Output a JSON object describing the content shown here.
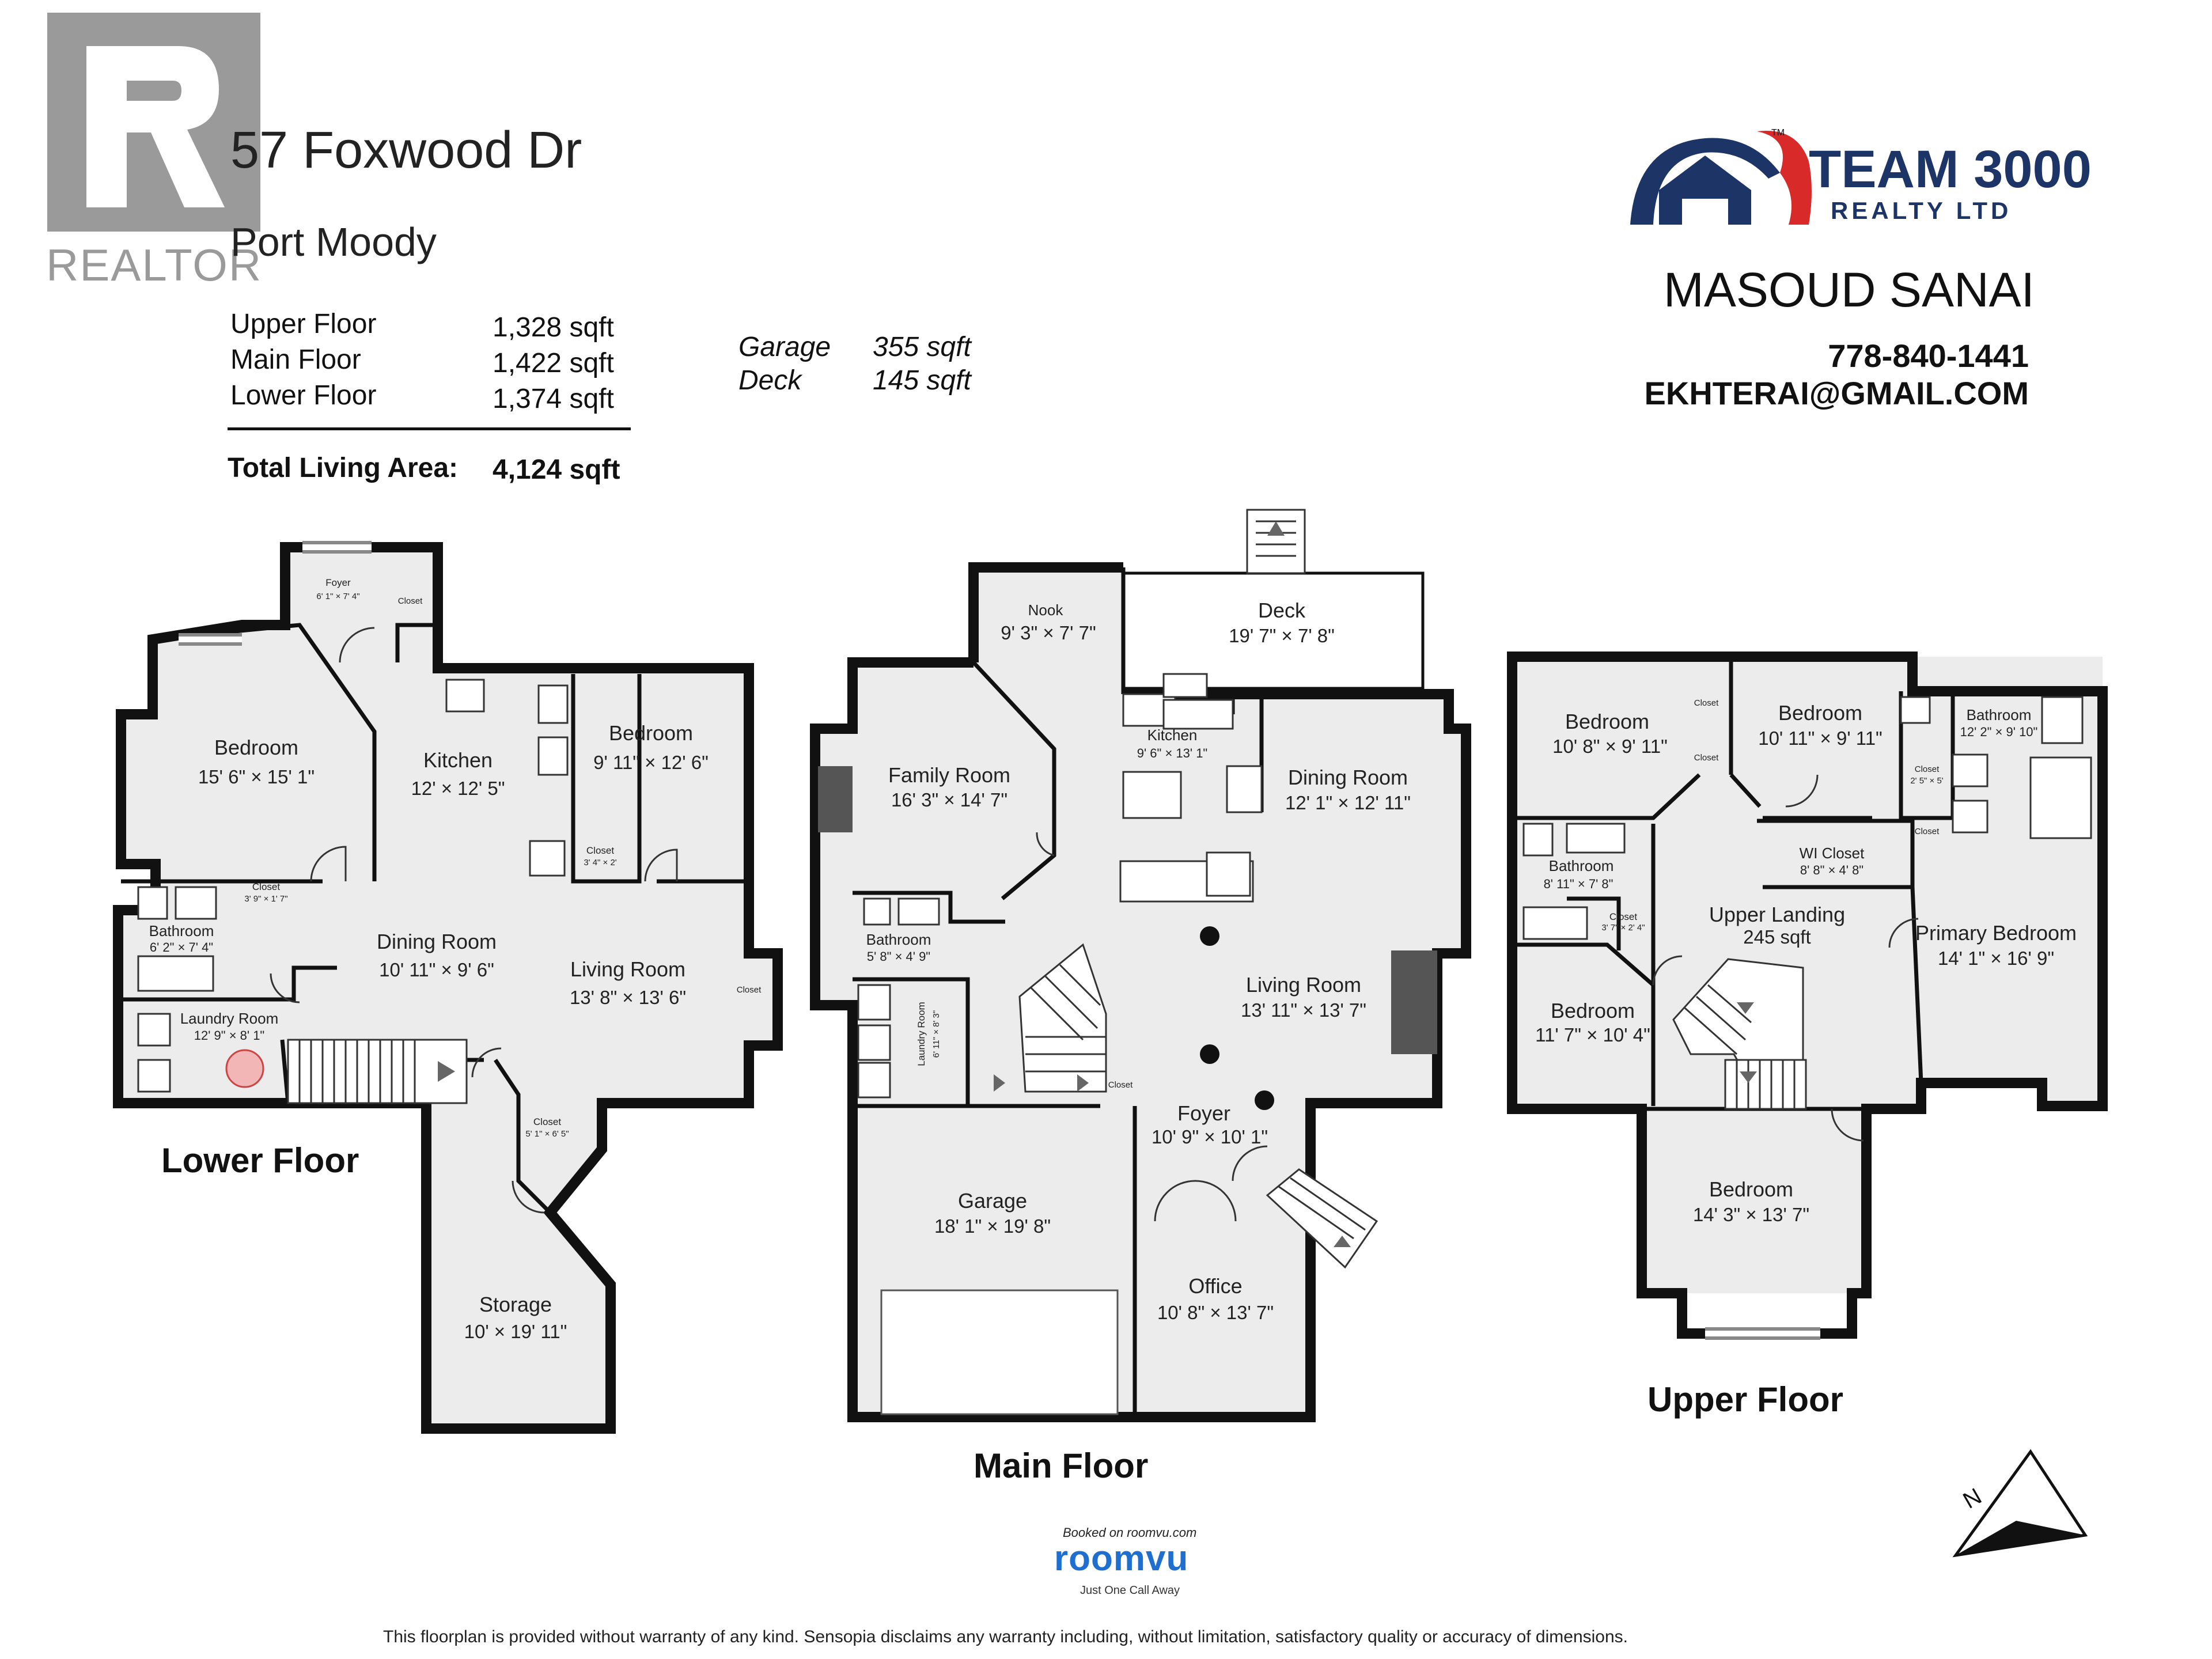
{
  "brand": {
    "realtor_watermark": "REALTOR",
    "company_line1": "TEAM 3000",
    "company_line2": "REALTY LTD",
    "trademark": "TM"
  },
  "listing": {
    "address": "57 Foxwood Dr",
    "city": "Port Moody"
  },
  "areas": {
    "rows": [
      {
        "label": "Upper Floor",
        "value": "1,328 sqft"
      },
      {
        "label": "Main Floor",
        "value": "1,422 sqft"
      },
      {
        "label": "Lower Floor",
        "value": "1,374 sqft"
      }
    ],
    "extra": [
      {
        "label": "Garage",
        "value": "355 sqft"
      },
      {
        "label": "Deck",
        "value": "145 sqft"
      }
    ],
    "total_label": "Total Living Area:",
    "total_value": "4,124 sqft"
  },
  "agent": {
    "name": "MASOUD SANAI",
    "phone": "778-840-1441",
    "email": "EKHTERAI@GMAIL.COM"
  },
  "floors": {
    "lower": {
      "title": "Lower Floor",
      "rooms": {
        "foyer": {
          "name": "Foyer",
          "dim": "6' 1\" × 7' 4\""
        },
        "closet_foyer": {
          "name": "Closet"
        },
        "bedroom1": {
          "name": "Bedroom",
          "dim": "15' 6\" × 15' 1\""
        },
        "kitchen": {
          "name": "Kitchen",
          "dim": "12' × 12' 5\""
        },
        "bedroom2": {
          "name": "Bedroom",
          "dim": "9' 11\" × 12' 6\""
        },
        "closet_a": {
          "name": "Closet",
          "dim": "3' 9\" × 1' 7\""
        },
        "closet_b": {
          "name": "Closet",
          "dim": "3' 4\" × 2'"
        },
        "bathroom": {
          "name": "Bathroom",
          "dim": "6' 2\" × 7' 4\""
        },
        "dining": {
          "name": "Dining Room",
          "dim": "10' 11\" × 9' 6\""
        },
        "living": {
          "name": "Living Room",
          "dim": "13' 8\" × 13' 6\""
        },
        "closet_living": {
          "name": "Closet"
        },
        "laundry": {
          "name": "Laundry Room",
          "dim": "12' 9\" × 8' 1\""
        },
        "closet_c": {
          "name": "Closet",
          "dim": "5' 1\" × 6' 5\""
        },
        "storage": {
          "name": "Storage",
          "dim": "10' × 19' 11\""
        }
      }
    },
    "main": {
      "title": "Main Floor",
      "rooms": {
        "nook": {
          "name": "Nook",
          "dim": "9' 3\" × 7' 7\""
        },
        "deck": {
          "name": "Deck",
          "dim": "19' 7\" × 7' 8\""
        },
        "kitchen": {
          "name": "Kitchen",
          "dim": "9' 6\" × 13' 1\""
        },
        "family": {
          "name": "Family Room",
          "dim": "16' 3\" × 14' 7\""
        },
        "dining": {
          "name": "Dining Room",
          "dim": "12' 1\" × 12' 11\""
        },
        "bathroom": {
          "name": "Bathroom",
          "dim": "5' 8\" × 4' 9\""
        },
        "laundry": {
          "name": "Laundry Room",
          "dim": "6' 11\" × 8' 3\""
        },
        "living": {
          "name": "Living Room",
          "dim": "13' 11\" × 13' 7\""
        },
        "closet": {
          "name": "Closet"
        },
        "foyer": {
          "name": "Foyer",
          "dim": "10' 9\" × 10' 1\""
        },
        "garage": {
          "name": "Garage",
          "dim": "18' 1\" × 19' 8\""
        },
        "office": {
          "name": "Office",
          "dim": "10' 8\" × 13' 7\""
        }
      }
    },
    "upper": {
      "title": "Upper Floor",
      "rooms": {
        "bedroom1": {
          "name": "Bedroom",
          "dim": "10' 8\" × 9' 11\""
        },
        "bedroom2": {
          "name": "Bedroom",
          "dim": "10' 11\" × 9' 11\""
        },
        "ensuite": {
          "name": "Bathroom",
          "dim": "12' 2\" × 9' 10\""
        },
        "closet1": {
          "name": "Closet"
        },
        "closet2": {
          "name": "Closet"
        },
        "closet3": {
          "name": "Closet",
          "dim": "2' 5\" × 5'"
        },
        "closet4": {
          "name": "Closet"
        },
        "wi_closet": {
          "name": "WI Closet",
          "dim": "8' 8\" × 4' 8\""
        },
        "bathroom": {
          "name": "Bathroom",
          "dim": "8' 11\" × 7' 8\""
        },
        "closet5": {
          "name": "Closet",
          "dim": "3' 7\" × 2' 4\""
        },
        "landing": {
          "name": "Upper Landing",
          "dim": "245 sqft"
        },
        "primary": {
          "name": "Primary Bedroom",
          "dim": "14' 1\" × 16' 9\""
        },
        "bedroom3": {
          "name": "Bedroom",
          "dim": "11' 7\" × 10' 4\""
        },
        "bedroom4": {
          "name": "Bedroom",
          "dim": "14' 3\" × 13' 7\""
        }
      }
    }
  },
  "compass": {
    "label": "N"
  },
  "footer": {
    "booked_on": "Booked on roomvu.com",
    "roomvu_logo": "roomvu",
    "tagline": "Just One Call Away",
    "disclaimer": "This floorplan is provided without warranty of any kind. Sensopia disclaims any warranty including, without limitation, satisfactory quality or accuracy of dimensions."
  },
  "colors": {
    "brand_navy": "#1d3566",
    "brand_red": "#d92a2a",
    "roomvu_blue": "#1f6fd1",
    "watermark_gray": "#9a9a9a"
  }
}
